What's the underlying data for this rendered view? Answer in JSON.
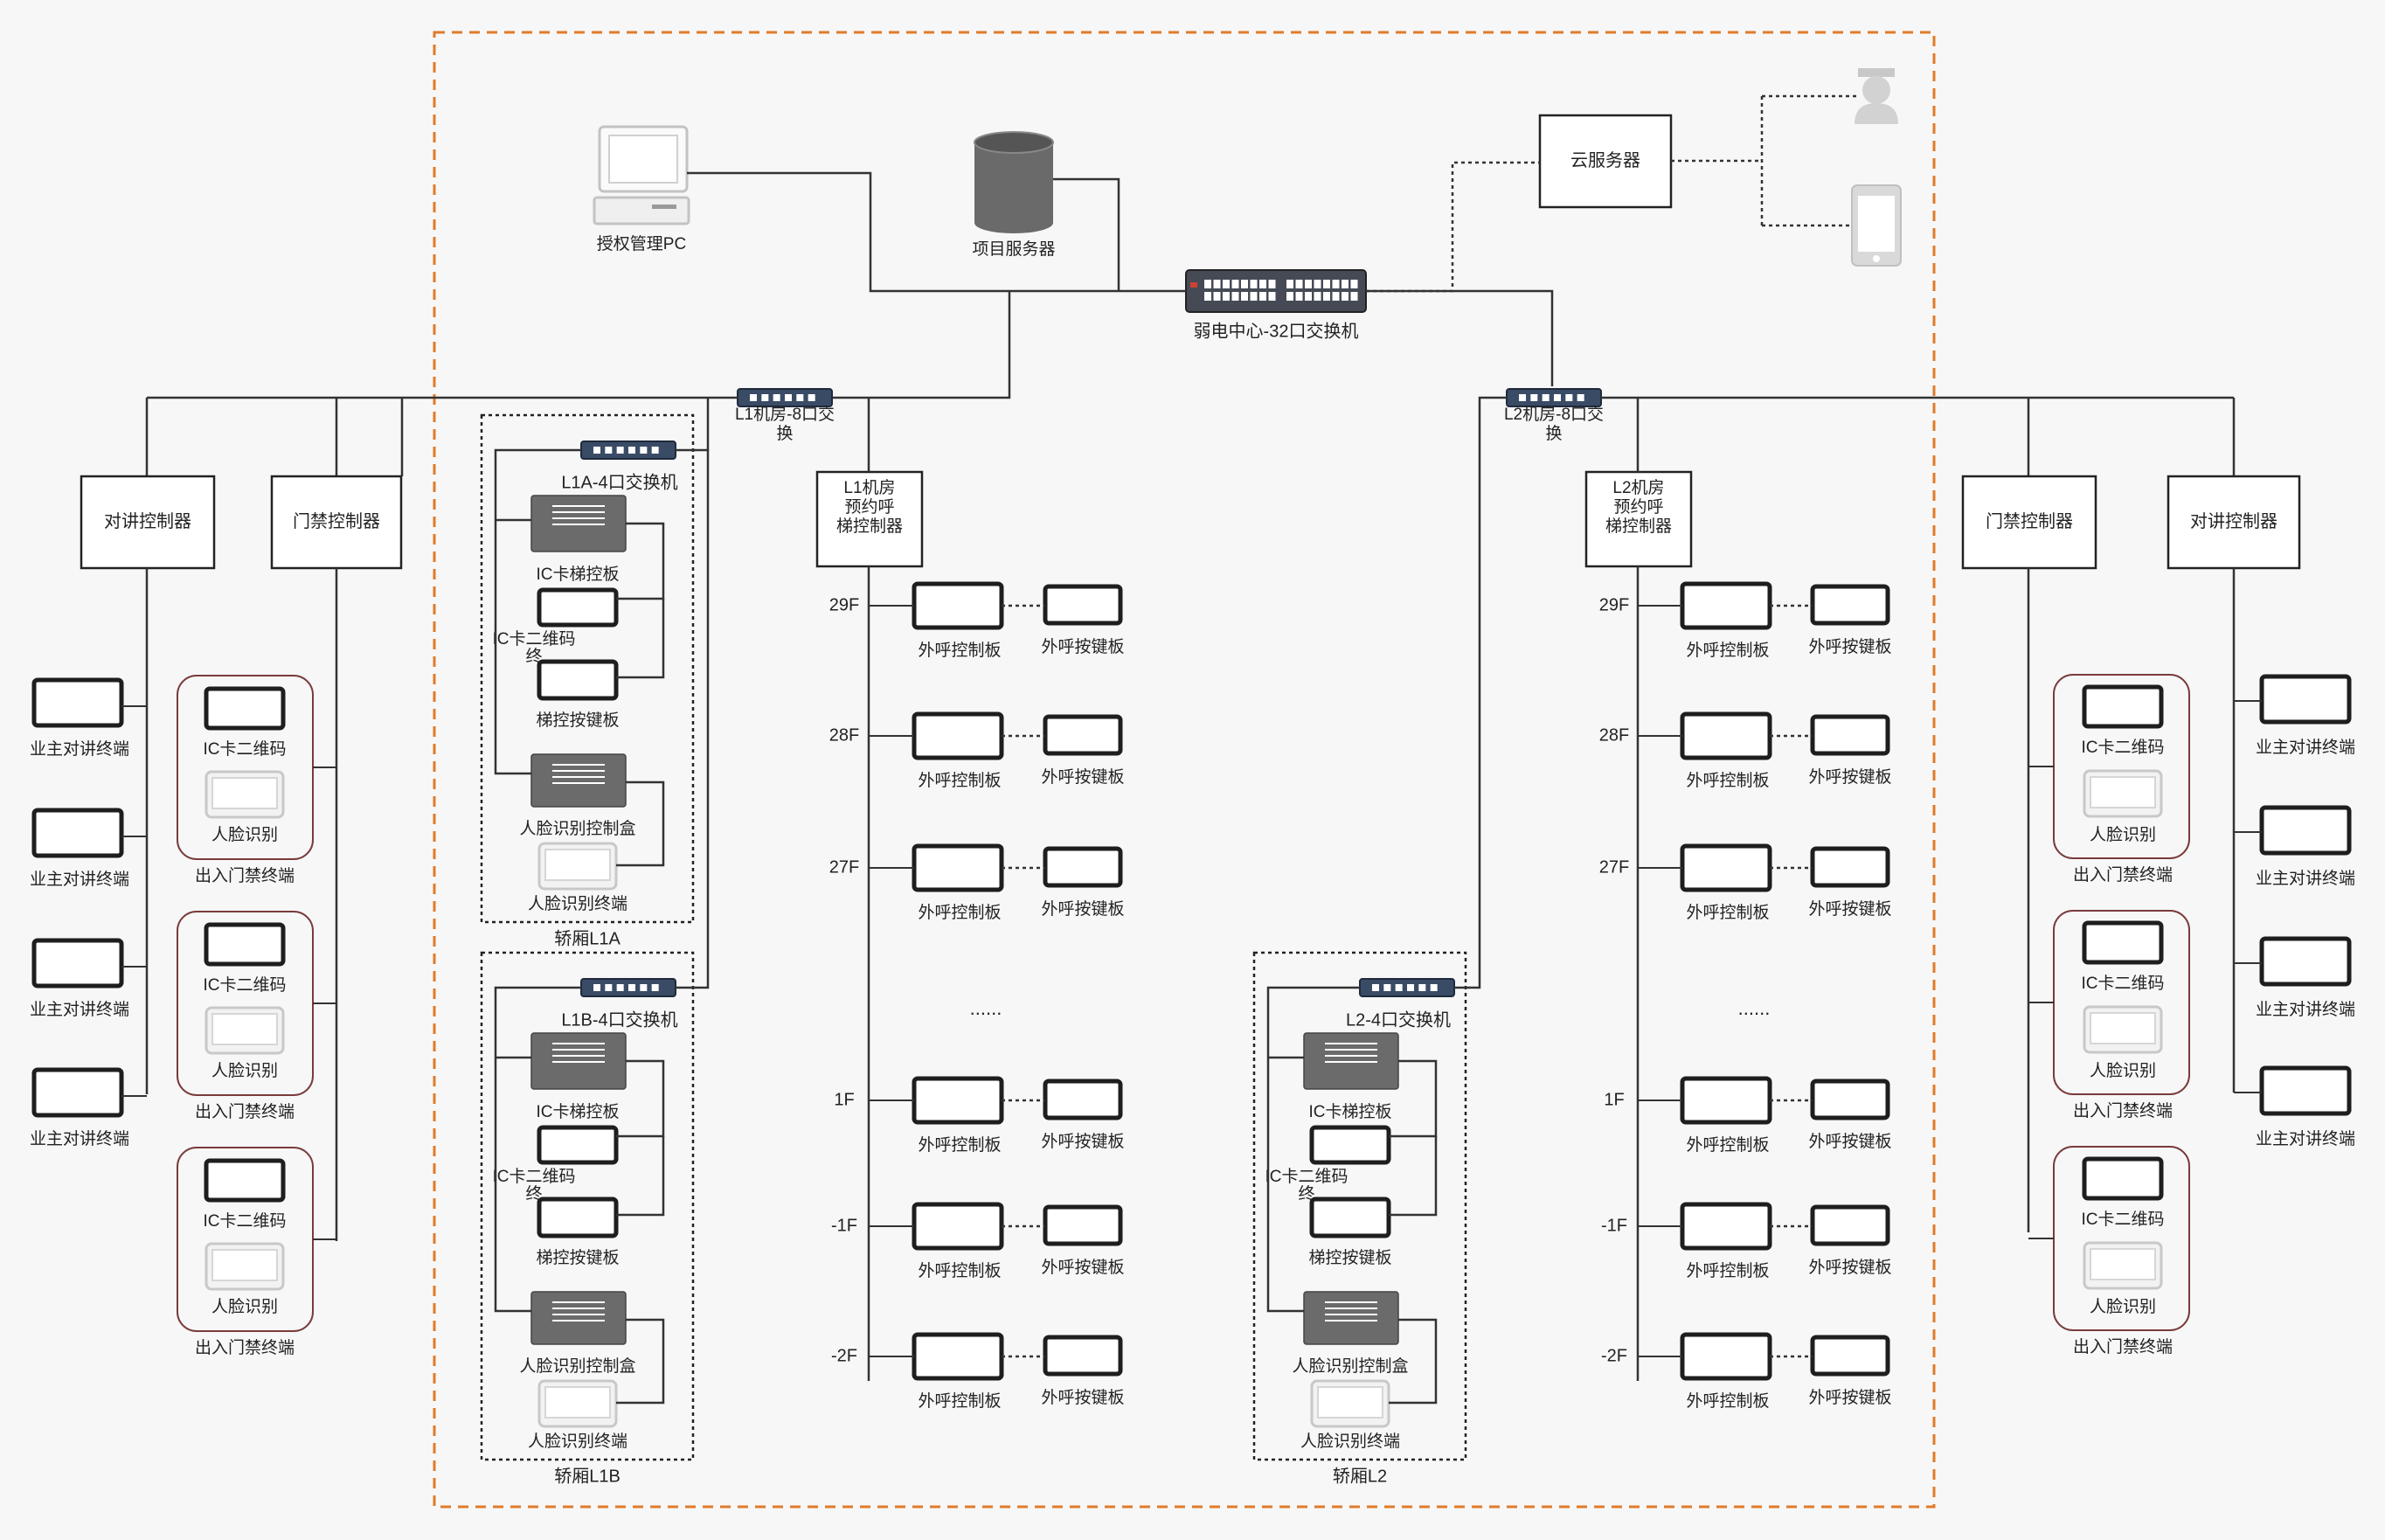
{
  "top": {
    "auth_pc": "授权管理PC",
    "project_server": "项目服务器",
    "cloud_server": "云服务器",
    "core_switch": "弱电中心-32口交换机"
  },
  "machine_rooms": {
    "l1_switch": "L1机房-8口交换机",
    "l2_switch": "L2机房-8口交换机",
    "l1_controller": "L1机房预约呼梯控制器",
    "l2_controller": "L2机房预约呼梯控制器"
  },
  "left_side": {
    "intercom_controller": "对讲控制器",
    "access_controller": "门禁控制器",
    "owner_terminal": "业主对讲终端",
    "ic_qr": "IC卡二维码",
    "face_recognition": "人脸识别",
    "access_terminal": "出入门禁终端"
  },
  "right_side": {
    "intercom_controller": "对讲控制器",
    "access_controller": "门禁控制器",
    "owner_terminal": "业主对讲终端",
    "ic_qr": "IC卡二维码",
    "face_recognition": "人脸识别",
    "access_terminal": "出入门禁终端"
  },
  "cars": [
    {
      "name": "轿厢L1A",
      "switch": "L1A-4口交换机"
    },
    {
      "name": "轿厢L1B",
      "switch": "L1B-4口交换机"
    },
    {
      "name": "轿厢L2",
      "switch": "L2-4口交换机"
    }
  ],
  "car_parts": {
    "ic_elevator_board": "IC卡梯控板",
    "ic_qr_terminal": "IC卡二维码终端",
    "elevator_keypad": "梯控按键板",
    "face_control_box": "人脸识别控制盒",
    "face_terminal": "人脸识别终端"
  },
  "floors": [
    "29F",
    "28F",
    "27F",
    "1F",
    "-1F",
    "-2F"
  ],
  "ellipsis": "......",
  "hall_call_board": "外呼控制板",
  "hall_call_keypad": "外呼按键板",
  "colors": {
    "frame_dashed": "#e07b2a",
    "line": "#333333",
    "device_dark": "#5a5a5a",
    "switch_blue": "#3a4b66",
    "access_border": "#7a3b3b"
  }
}
